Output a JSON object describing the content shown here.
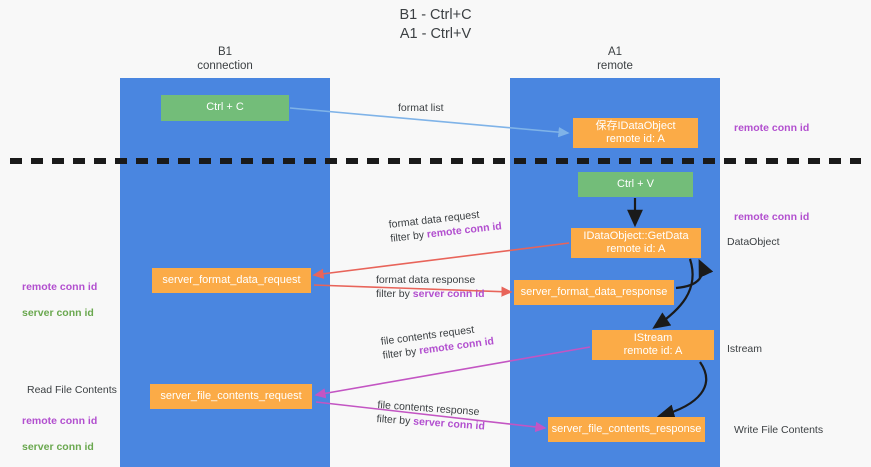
{
  "diagram": {
    "title": "B1 - Ctrl+C\nA1 - Ctrl+V",
    "lanes": [
      {
        "id": "b1",
        "heading": "B1\nconnection",
        "color": "#4a86e0"
      },
      {
        "id": "a1",
        "heading": "A1\nremote",
        "color": "#4a86e0"
      }
    ],
    "colors": {
      "lane": "#4a86e0",
      "green_box": "#73bd79",
      "orange_box": "#fbab47",
      "remote_conn_id": "#b24fcf",
      "server_conn_id": "#6aa84f",
      "arrow_format_list": "#7fb3e8",
      "arrow_format_data": "#e8645a",
      "arrow_file_contents": "#c355c3",
      "arrow_black": "#1a1a1a",
      "divider": "#1a1a1a",
      "background": "#f8f8f8"
    },
    "boxes": {
      "ctrl_c": "Ctrl + C",
      "ctrl_v": "Ctrl + V",
      "idataobject": "保存IDataObject\nremote id: A",
      "getdata": "IDataObject::GetData\nremote id: A",
      "istream": "IStream\nremote id: A",
      "server_format_data_request": "server_format_data_request",
      "server_format_data_response": "server_format_data_response",
      "server_file_contents_request": "server_file_contents_request",
      "server_file_contents_response": "server_file_contents_response"
    },
    "arrow_labels": {
      "format_list": "format list",
      "format_data_request_l1": "format data request",
      "format_data_request_l2_pre": "filter by ",
      "format_data_request_l2_key": "remote conn id",
      "format_data_response_l1": "format data response",
      "format_data_response_l2_pre": "filter by ",
      "format_data_response_l2_key": "server conn id",
      "file_contents_request_l1": "file contents request",
      "file_contents_request_l2_pre": "filter by ",
      "file_contents_request_l2_key": "remote conn id",
      "file_contents_response_l1": "file contents response",
      "file_contents_response_l2_pre": "filter by ",
      "file_contents_response_l2_key": "server conn id"
    },
    "annotations": {
      "right_remote_conn_id_top": "remote conn id",
      "right_remote_conn_id_mid": "remote conn id",
      "right_dataobject": "DataObject",
      "right_istream": "Istream",
      "right_write_file_contents": "Write File Contents",
      "left_remote_conn_id": "remote conn id",
      "left_server_conn_id": "server conn id",
      "left_read_file_contents": "Read File Contents",
      "left_remote_conn_id_2": "remote conn id",
      "left_server_conn_id_2": "server conn id"
    }
  }
}
